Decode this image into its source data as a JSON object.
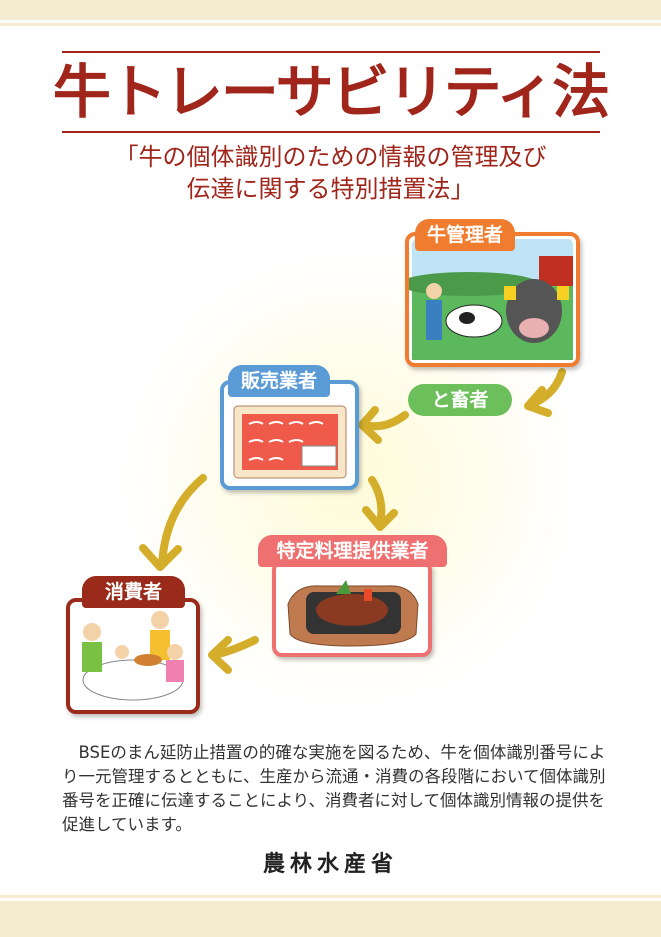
{
  "title": "牛トレーサビリティ法",
  "subtitle_line1": "「牛の個体識別のための情報の管理及び",
  "subtitle_line2": "伝達に関する特別措置法」",
  "flow": {
    "cattle_manager": "牛管理者",
    "slaughterer": "と畜者",
    "retailer": "販売業者",
    "specified_restaurant": "特定料理提供業者",
    "consumer": "消費者"
  },
  "body_text": "　BSEのまん延防止措置の的確な実施を図るため、牛を個体識別番号により一元管理するとともに、生産から流通・消費の各段階において個体識別番号を正確に伝達することにより、消費者に対して個体識別情報の提供を促進しています。",
  "ministry": "農林水産省",
  "colors": {
    "title": "#a0251a",
    "cattle_manager": "#f07c30",
    "slaughterer": "#6cbf5a",
    "retailer": "#5b9bd5",
    "specified_restaurant": "#ef7070",
    "consumer": "#9a2a1a",
    "arrow": "#d4ae2a",
    "band": "#f5ebd0"
  }
}
